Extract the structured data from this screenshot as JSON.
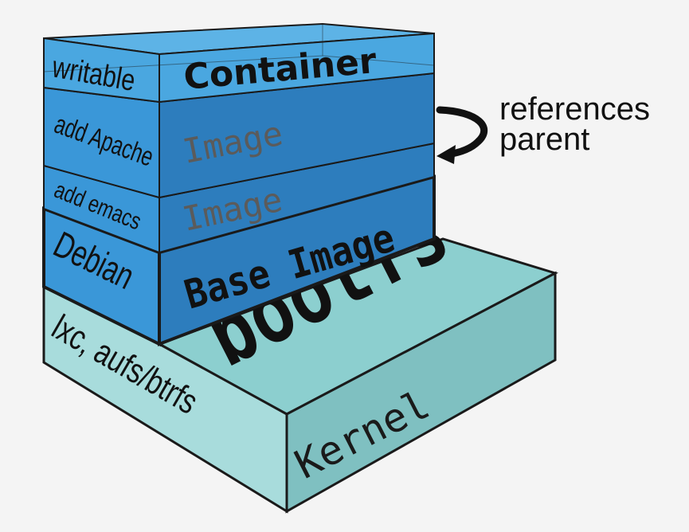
{
  "layers": {
    "writable": "writable",
    "container": "Container",
    "add_apache": "add Apache",
    "image_apache": "Image",
    "add_emacs": "add emacs",
    "image_emacs": "Image",
    "debian": "Debian",
    "base_image": "Base Image",
    "kernel_side": "lxc, aufs/btrfs",
    "bootfs": "bootfs",
    "kernel": "Kernel"
  },
  "annotation": {
    "line1": "references",
    "line2": "parent"
  },
  "colors": {
    "background": "#f4f4f4",
    "container_front": "#4aa7e0",
    "container_side": "#3f9fdc",
    "image_front": "#2d7dbd",
    "image_side": "#3a97d8",
    "kernel_top": "#8ccfcf",
    "kernel_front": "#7fc0c1",
    "kernel_side": "#a8dcdc",
    "stroke": "#1a1a1a"
  }
}
